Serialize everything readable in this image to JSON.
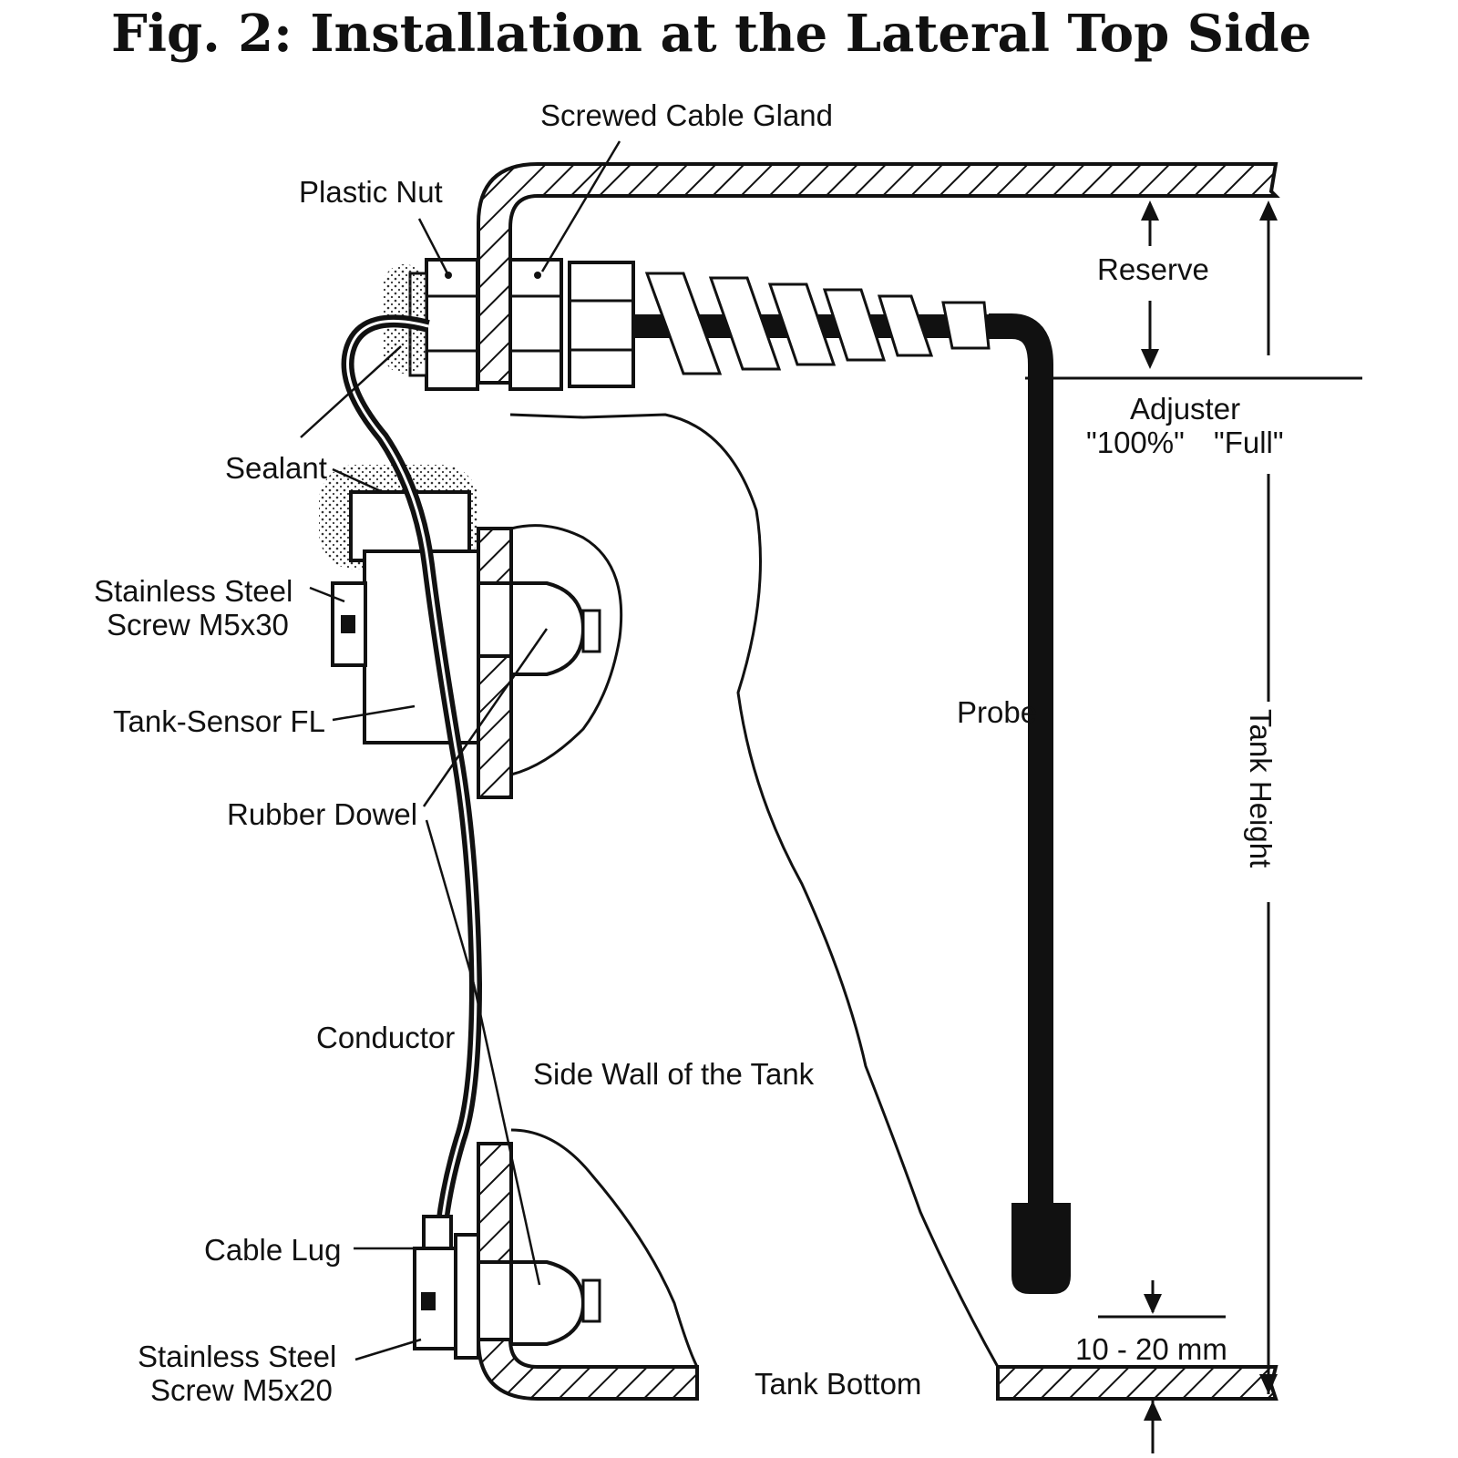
{
  "figure": {
    "title": "Fig. 2: Installation at the Lateral Top Side"
  },
  "labels": {
    "screwed_cable_gland": "Screwed Cable Gland",
    "plastic_nut": "Plastic Nut",
    "reserve": "Reserve",
    "adjuster": "Adjuster",
    "adjuster_100": "\"100%\"",
    "adjuster_full": "\"Full\"",
    "sealant": "Sealant",
    "screw_m5x30_line1": "Stainless Steel",
    "screw_m5x30_line2": "Screw M5x30",
    "tank_sensor": "Tank-Sensor FL",
    "probe": "Probe",
    "tank_height": "Tank Height",
    "rubber_dowel": "Rubber Dowel",
    "conductor": "Conductor",
    "side_wall": "Side Wall of the Tank",
    "cable_lug": "Cable Lug",
    "gap": "10 - 20 mm",
    "screw_m5x20_line1": "Stainless Steel",
    "screw_m5x20_line2": "Screw M5x20",
    "tank_bottom": "Tank Bottom"
  },
  "colors": {
    "ink": "#111111",
    "paper": "#ffffff"
  }
}
